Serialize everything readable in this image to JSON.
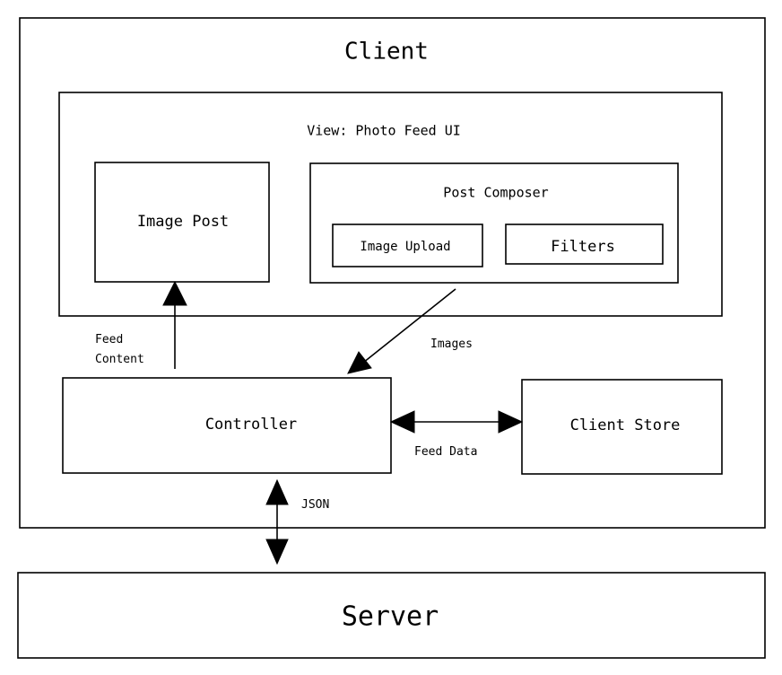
{
  "boxes": {
    "client": "Client",
    "view": "View: Photo Feed UI",
    "image_post": "Image Post",
    "post_composer": "Post Composer",
    "image_upload": "Image Upload",
    "filters": "Filters",
    "controller": "Controller",
    "client_store": "Client Store",
    "server": "Server"
  },
  "edges": {
    "feed_content_line1": "Feed",
    "feed_content_line2": "Content",
    "images": "Images",
    "feed_data": "Feed Data",
    "json": "JSON"
  }
}
